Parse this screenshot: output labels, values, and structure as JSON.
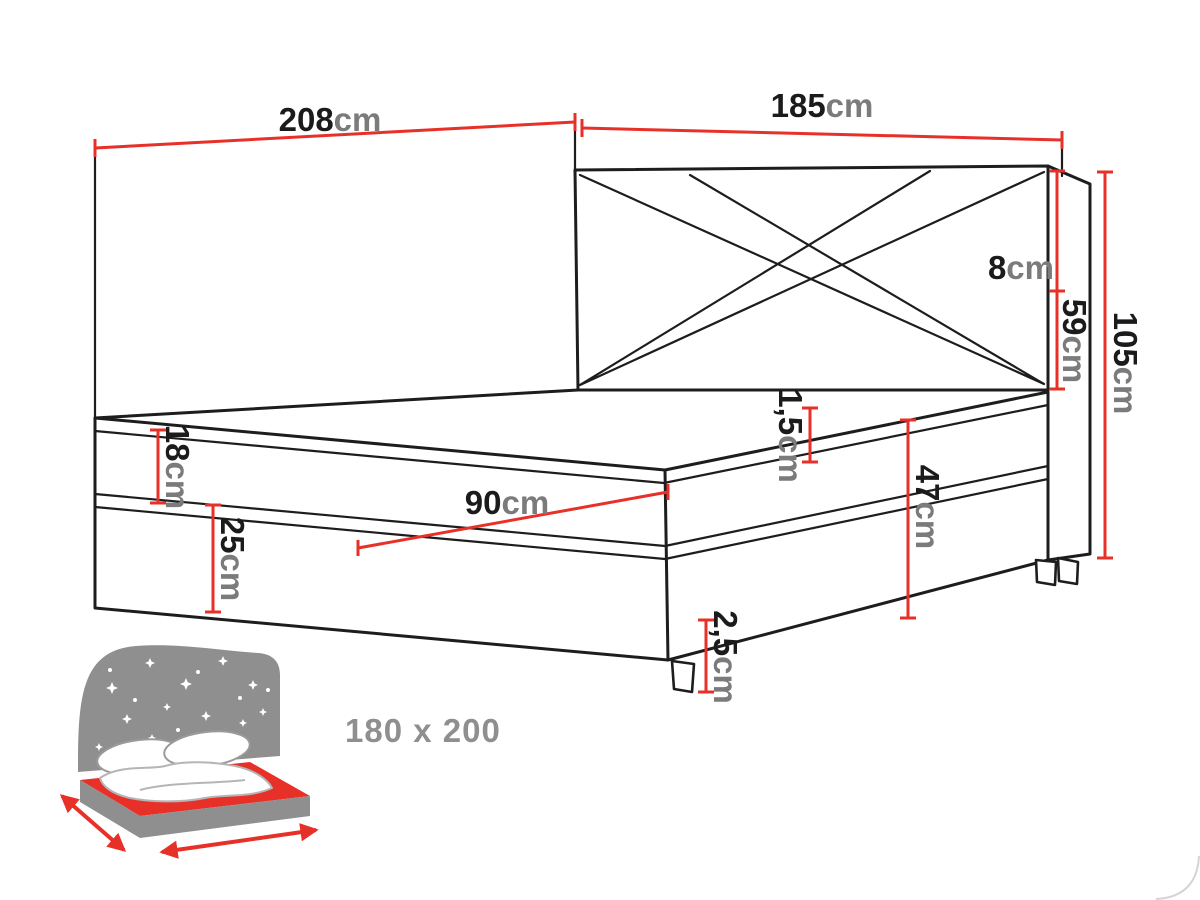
{
  "colors": {
    "dimension_red": "#e73128",
    "outline_black": "#1d1d1d",
    "icon_gray": "#8f8f8f",
    "unit_gray": "#7b7b7b"
  },
  "dimensions": {
    "total_length": {
      "value": "208",
      "unit": "cm"
    },
    "headboard_width": {
      "value": "185",
      "unit": "cm"
    },
    "headboard_top": {
      "value": "8",
      "unit": "cm"
    },
    "headboard_lower": {
      "value": "59",
      "unit": "cm"
    },
    "total_height": {
      "value": "105",
      "unit": "cm"
    },
    "mattress_height": {
      "value": "18",
      "unit": "cm"
    },
    "base_height": {
      "value": "25",
      "unit": "cm"
    },
    "half_width": {
      "value": "90",
      "unit": "cm"
    },
    "topper_height": {
      "value": "1,5",
      "unit": "cm"
    },
    "side_height": {
      "value": "47",
      "unit": "cm"
    },
    "leg_height": {
      "value": "2,5",
      "unit": "cm"
    }
  },
  "legend": {
    "size_label": "180 x 200"
  }
}
